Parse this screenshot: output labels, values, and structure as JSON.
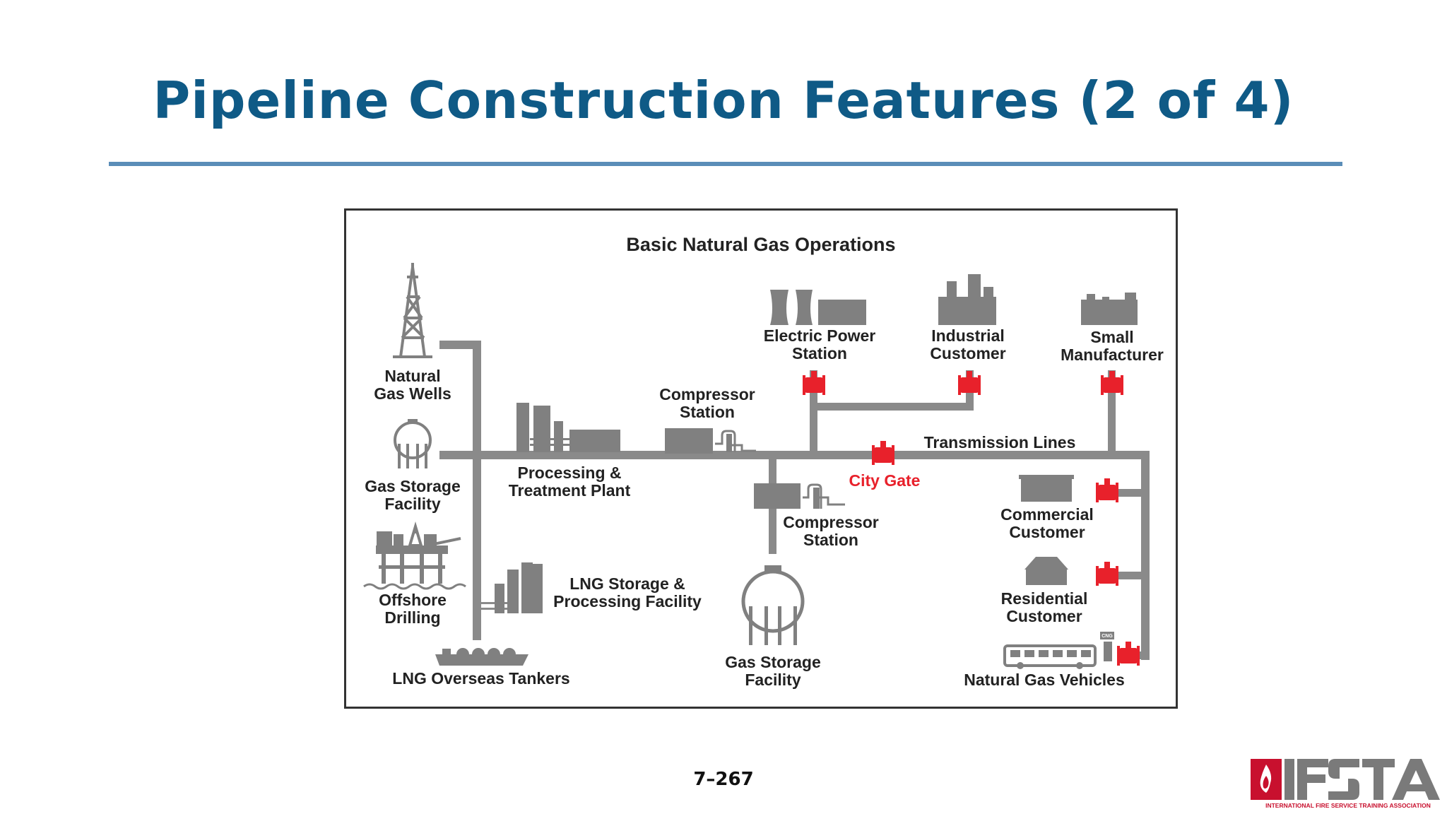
{
  "slide": {
    "title": "Pipeline Construction Features (2 of 4)",
    "page_number": "7–267"
  },
  "diagram": {
    "title": "Basic Natural Gas Operations",
    "labels": {
      "natural_gas_wells": [
        "Natural",
        "Gas Wells"
      ],
      "gas_storage_left": [
        "Gas Storage",
        "Facility"
      ],
      "offshore_drilling": [
        "Offshore",
        "Drilling"
      ],
      "lng_tankers": "LNG Overseas Tankers",
      "processing_plant": [
        "Processing &",
        "Treatment Plant"
      ],
      "lng_storage": [
        "LNG Storage &",
        "Processing Facility"
      ],
      "compressor_top": [
        "Compressor",
        "Station"
      ],
      "compressor_bottom": [
        "Compressor",
        "Station"
      ],
      "gas_storage_bottom": [
        "Gas Storage",
        "Facility"
      ],
      "electric_power": [
        "Electric Power",
        "Station"
      ],
      "industrial": [
        "Industrial",
        "Customer"
      ],
      "small_manufacturer": [
        "Small",
        "Manufacturer"
      ],
      "transmission_lines": "Transmission Lines",
      "city_gate": "City Gate",
      "commercial": [
        "Commercial",
        "Customer"
      ],
      "residential": [
        "Residential",
        "Customer"
      ],
      "ngv": "Natural Gas Vehicles",
      "cng_sign": "CNG"
    },
    "colors": {
      "pipe": "#8a8a8a",
      "facility": "#808080",
      "valve": "#e8212b",
      "city_gate_text": "#e8212b",
      "text": "#222222"
    }
  },
  "logo": {
    "text": "IFSTA",
    "subtitle": "INTERNATIONAL FIRE SERVICE TRAINING ASSOCIATION",
    "red": "#c8102e",
    "gray": "#7a7a7a"
  }
}
